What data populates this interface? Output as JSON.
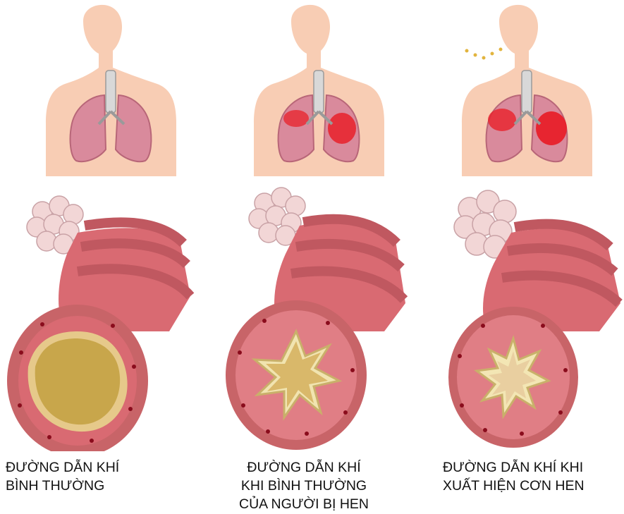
{
  "panels": [
    {
      "id": "normal",
      "caption": [
        "ĐƯỜNG DẪN KHÍ",
        "BÌNH THƯỜNG"
      ],
      "inflammation": 0,
      "lumen": "round"
    },
    {
      "id": "asthmatic",
      "caption": [
        "ĐƯỜNG DẪN KHÍ",
        "KHI BÌNH THƯỜNG",
        "CỦA NGƯỜI BỊ HEN"
      ],
      "inflammation": 1,
      "lumen": "star"
    },
    {
      "id": "attack",
      "caption": [
        "ĐƯỜNG DẪN KHÍ KHI",
        "XUẤT HIỆN CƠN HEN"
      ],
      "inflammation": 2,
      "lumen": "narrow-star"
    }
  ],
  "colors": {
    "skin": "#f8cdb4",
    "lung": "#d98a9c",
    "inflamed": "#e8202a",
    "airway_outer": "#c86468",
    "airway_wall": "#d96a72",
    "mucosa": "#d8bb6a",
    "lumen": "#c8a64b",
    "vessel": "#8a0c1c"
  }
}
